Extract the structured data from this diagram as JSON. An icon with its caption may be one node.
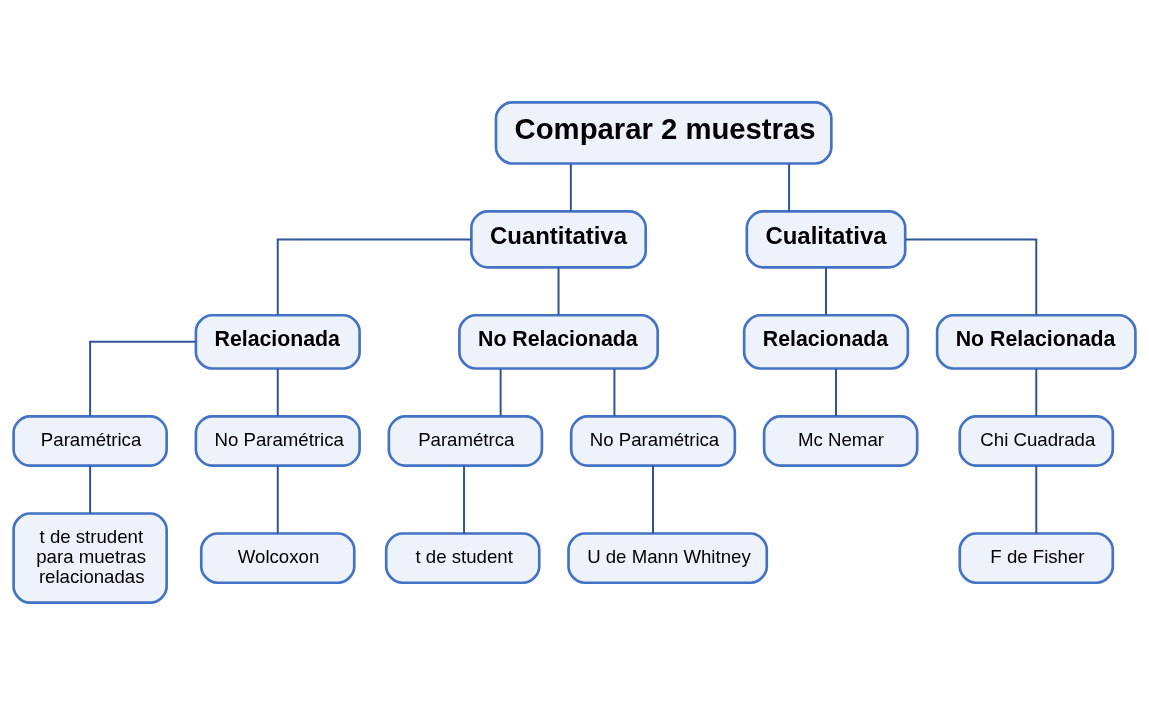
{
  "diagram": {
    "nodes": [
      {
        "text": [
          "Comparar 2 muestras"
        ]
      },
      {
        "text": [
          "Cuantitativa"
        ]
      },
      {
        "text": [
          "Cualitativa"
        ]
      },
      {
        "text": [
          "Relacionada"
        ]
      },
      {
        "text": [
          "No Relacionada"
        ]
      },
      {
        "text": [
          "Relacionada"
        ]
      },
      {
        "text": [
          "No Relacionada"
        ]
      },
      {
        "text": [
          "Paramétrica"
        ]
      },
      {
        "text": [
          "No Paramétrica"
        ]
      },
      {
        "text": [
          "Paramétrca"
        ]
      },
      {
        "text": [
          "No Paramétrica"
        ]
      },
      {
        "text": [
          "Mc Nemar"
        ]
      },
      {
        "text": [
          "Chi Cuadrada"
        ]
      },
      {
        "text": [
          "t de strudent para muetras relacionadas"
        ]
      },
      {
        "text": [
          "Wolcoxon"
        ]
      },
      {
        "text": [
          "t de student"
        ]
      },
      {
        "text": [
          "U de Mann Whitney"
        ]
      },
      {
        "text": [
          "F de Fisher"
        ]
      }
    ],
    "edges": [
      {
        "from": 0,
        "to": 1,
        "arrow": "none"
      },
      {
        "from": 0,
        "to": 2,
        "arrow": "none"
      },
      {
        "from": 1,
        "to": 3,
        "arrow": "none"
      },
      {
        "from": 1,
        "to": 4,
        "arrow": "none"
      },
      {
        "from": 2,
        "to": 5,
        "arrow": "none"
      },
      {
        "from": 2,
        "to": 6,
        "arrow": "none"
      },
      {
        "from": 3,
        "to": 7,
        "arrow": "none"
      },
      {
        "from": 3,
        "to": 8,
        "arrow": "none"
      },
      {
        "from": 4,
        "to": 9,
        "arrow": "none"
      },
      {
        "from": 4,
        "to": 10,
        "arrow": "none"
      },
      {
        "from": 5,
        "to": 11,
        "arrow": "none"
      },
      {
        "from": 6,
        "to": 12,
        "arrow": "none"
      },
      {
        "from": 7,
        "to": 13,
        "arrow": "none"
      },
      {
        "from": 8,
        "to": 14,
        "arrow": "none"
      },
      {
        "from": 9,
        "to": 15,
        "arrow": "none"
      },
      {
        "from": 10,
        "to": 16,
        "arrow": "none"
      },
      {
        "from": 12,
        "to": 17,
        "arrow": "none"
      }
    ]
  }
}
